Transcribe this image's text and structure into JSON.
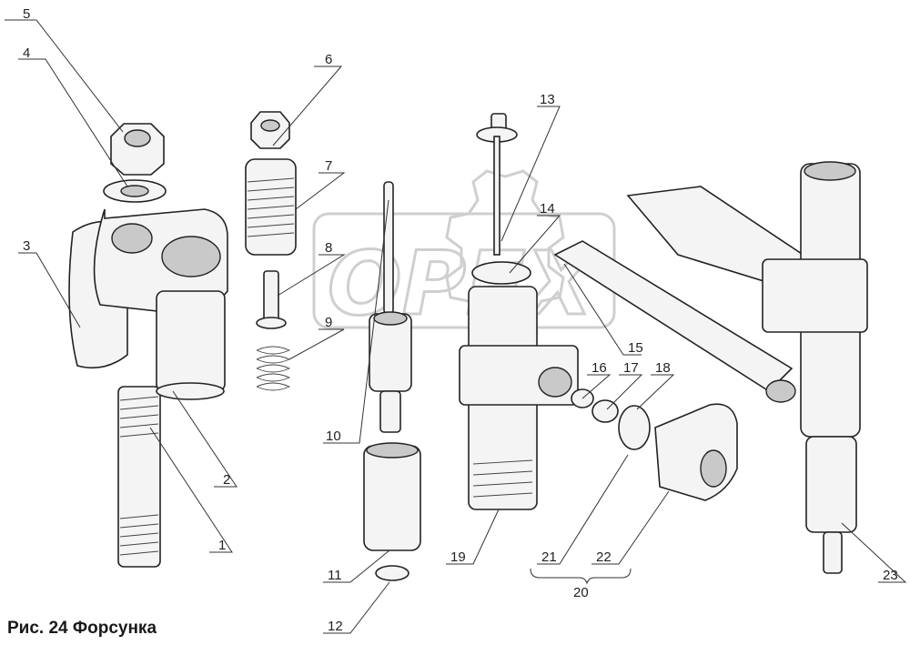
{
  "caption": "Рис. 24 Форсунка",
  "watermark": "OPEX",
  "callouts": {
    "c1": "1",
    "c2": "2",
    "c3": "3",
    "c4": "4",
    "c5": "5",
    "c6": "6",
    "c7": "7",
    "c8": "8",
    "c9": "9",
    "c10": "10",
    "c11": "11",
    "c12": "12",
    "c13": "13",
    "c14": "14",
    "c15": "15",
    "c16": "16",
    "c17": "17",
    "c18": "18",
    "c19": "19",
    "c20": "20",
    "c21": "21",
    "c22": "22",
    "c23": "23"
  },
  "colors": {
    "ink": "#222222",
    "watermark": "#cfcfcf",
    "background": "#ffffff"
  }
}
